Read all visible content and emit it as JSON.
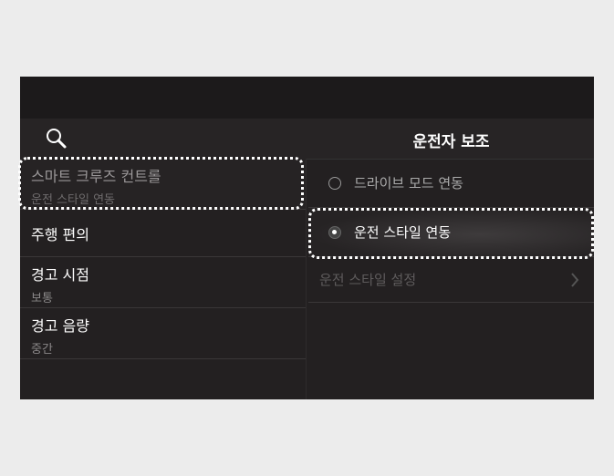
{
  "header": {
    "title": "운전자 보조",
    "search_icon": "search-icon"
  },
  "menu": [
    {
      "label": "스마트 크루즈 컨트롤",
      "value": "운전 스타일 연동"
    },
    {
      "label": "주행 편의"
    },
    {
      "label": "경고 시점",
      "value": "보통"
    },
    {
      "label": "경고 음량",
      "value": "중간"
    }
  ],
  "options": [
    {
      "label": "드라이브 모드 연동",
      "selected": false
    },
    {
      "label": "운전 스타일 연동",
      "selected": true
    }
  ],
  "settings_row": {
    "label": "운전 스타일 설정",
    "icon": "chevron-right-icon"
  }
}
